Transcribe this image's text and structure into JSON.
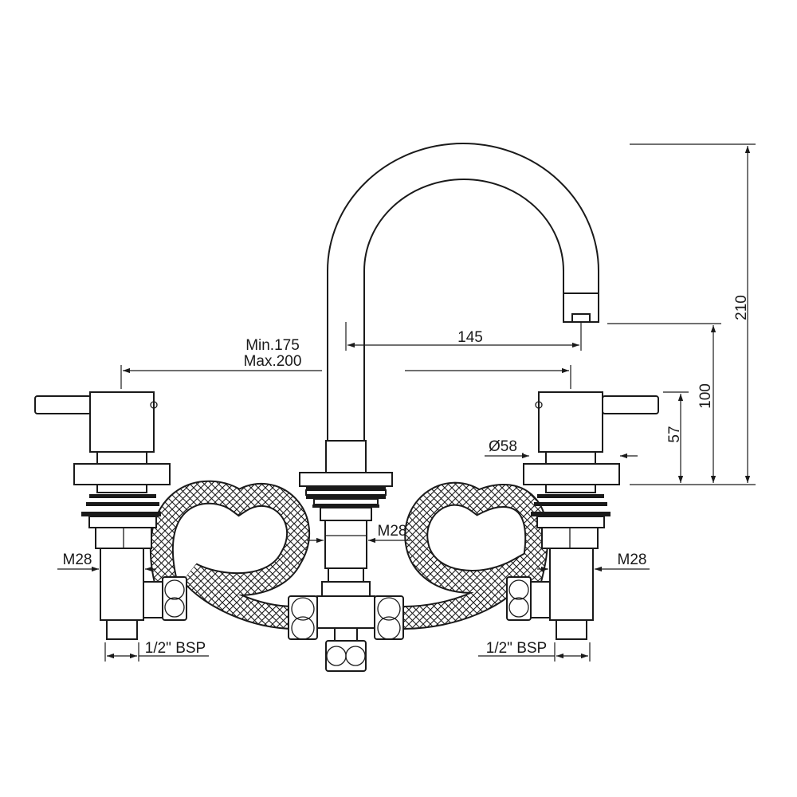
{
  "labels": {
    "spout_height": "210",
    "outlet_height": "100",
    "handle_height": "57",
    "spout_reach": "145",
    "centres_min": "Min.175",
    "centres_max": "Max.200",
    "rosette_diameter": "Ø58",
    "thread_centre": "M28",
    "thread_left": "M28",
    "thread_right": "M28",
    "connection_left": "1/2\" BSP",
    "connection_right": "1/2\" BSP"
  },
  "colors": {
    "line": "#1a1a1a",
    "background": "#ffffff"
  }
}
